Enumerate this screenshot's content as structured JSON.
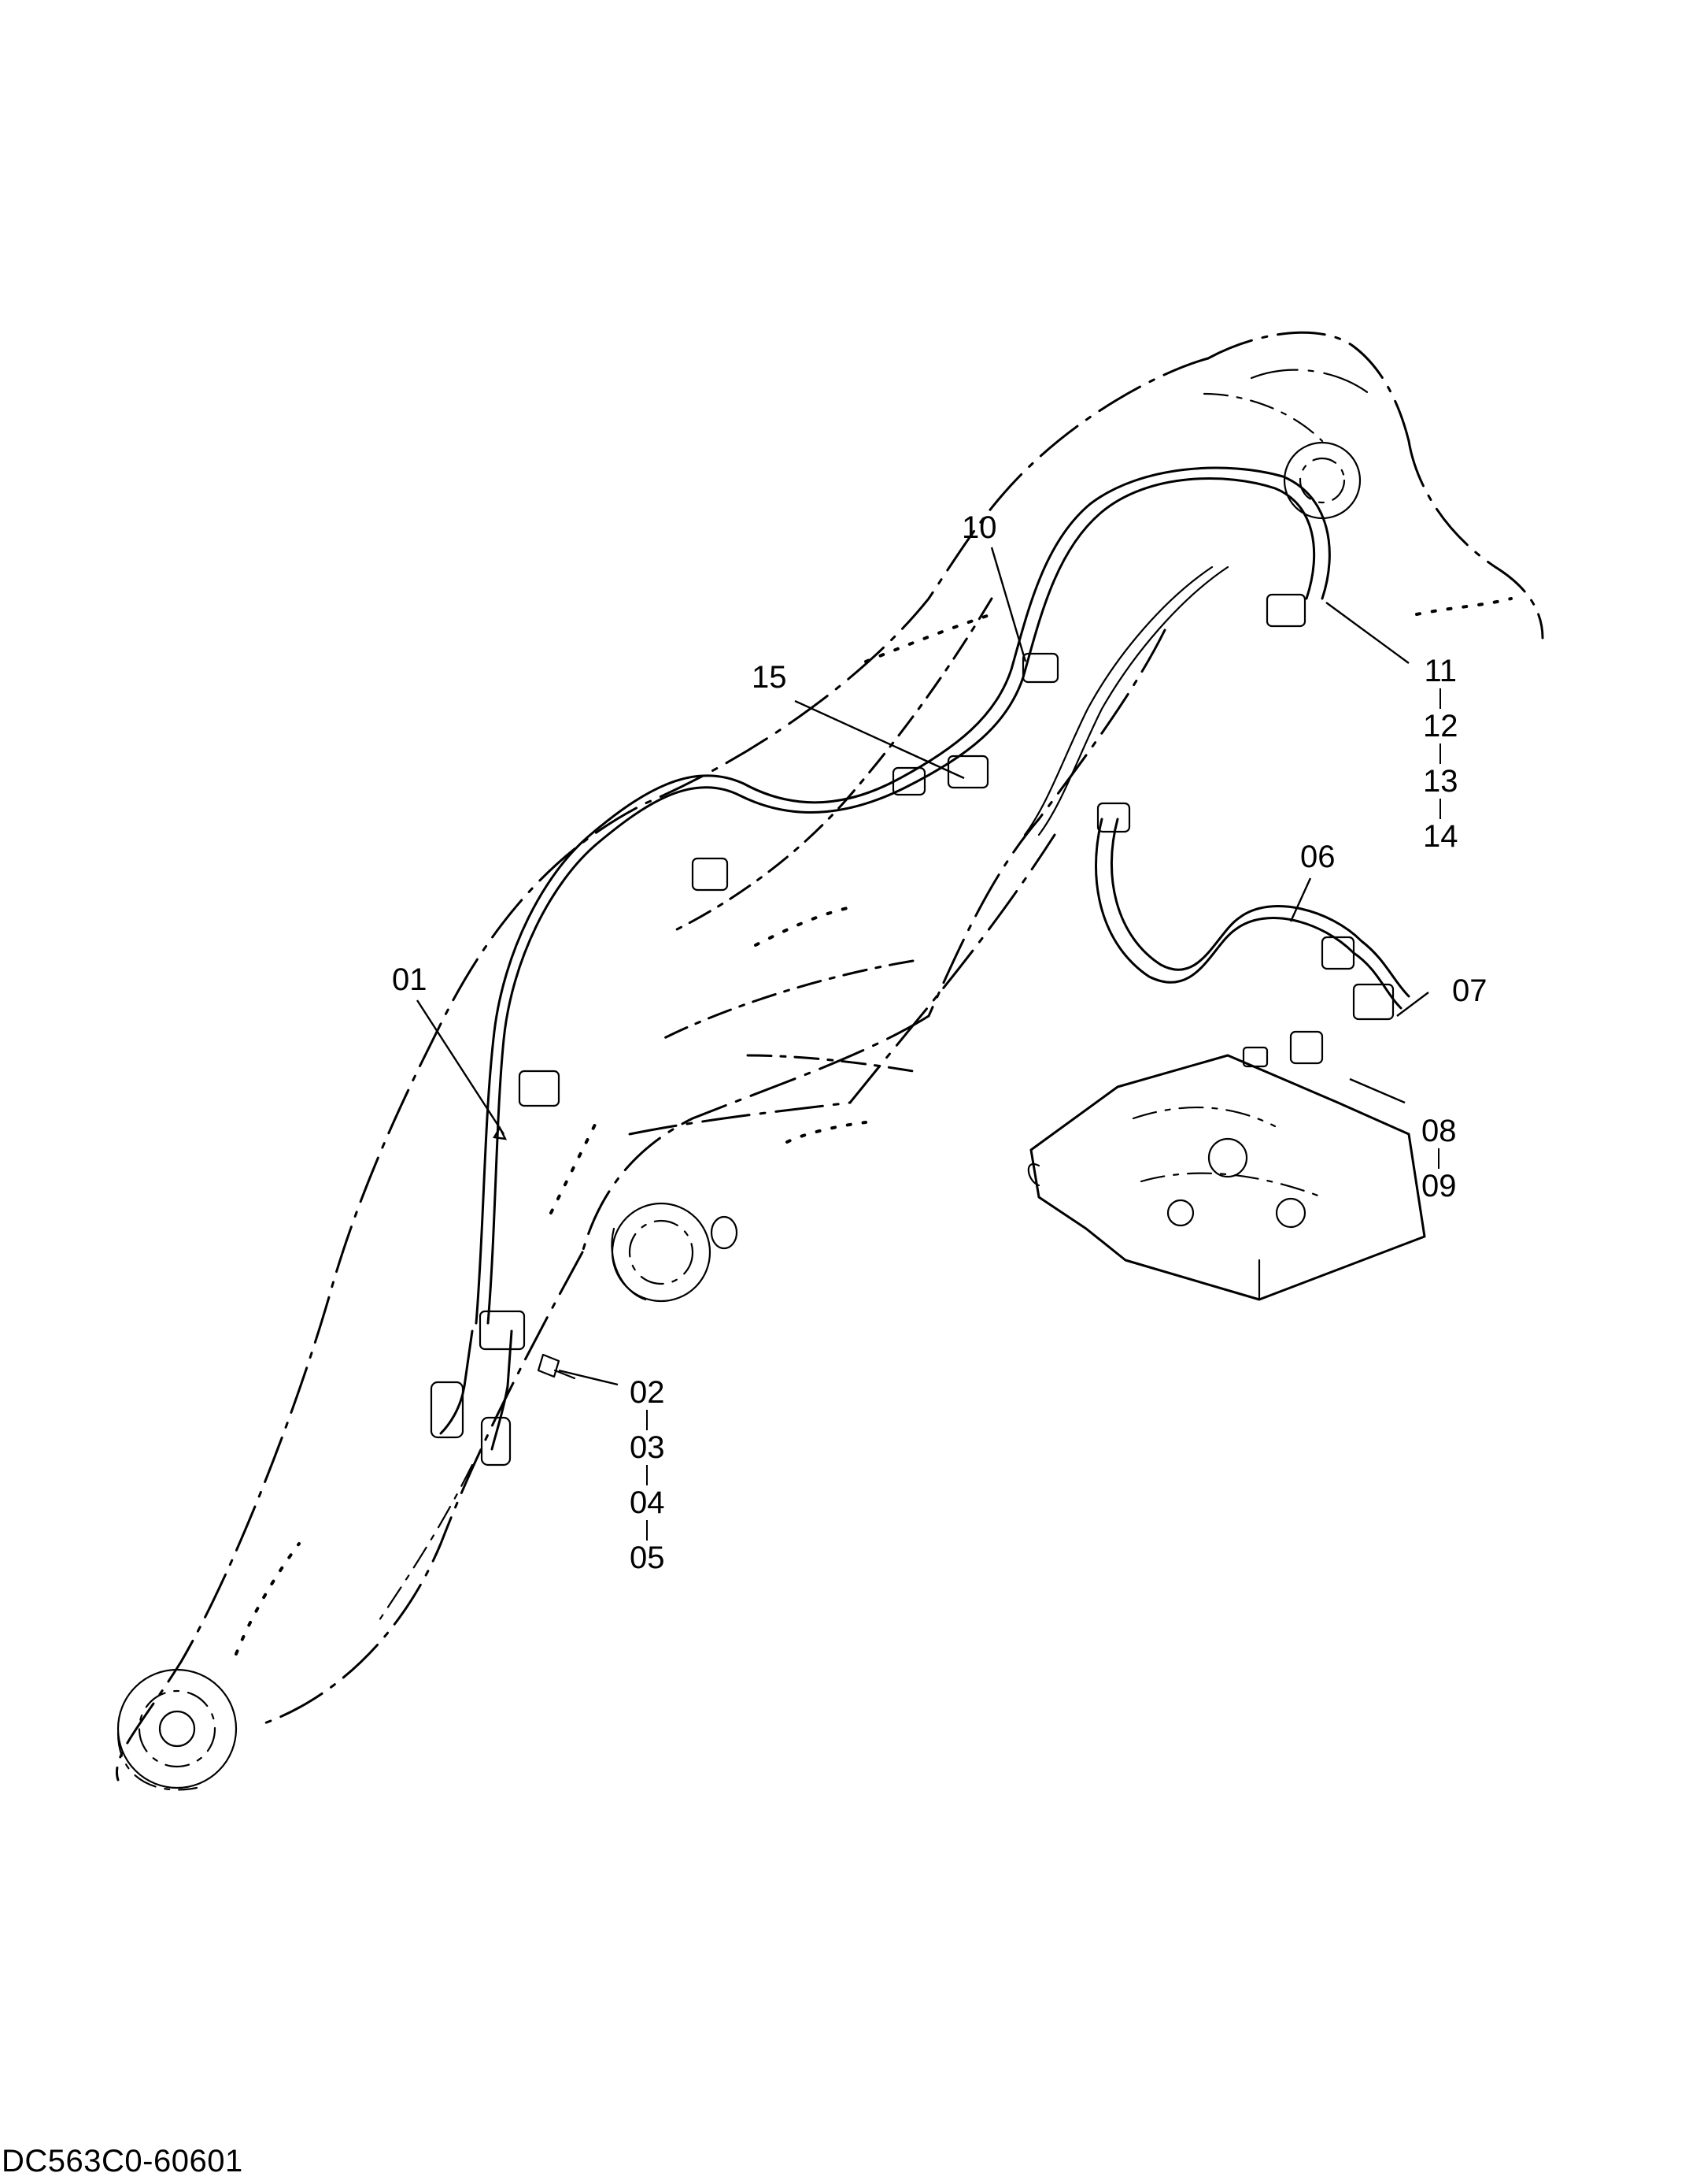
{
  "callouts": {
    "c01": "01",
    "c02": [
      "02",
      "03",
      "04",
      "05"
    ],
    "c06": "06",
    "c07": "07",
    "c08": [
      "08",
      "09"
    ],
    "c10": "10",
    "c11": [
      "11",
      "12",
      "13",
      "14"
    ],
    "c15": "15"
  },
  "drawing_code": "DC563C0-60601"
}
